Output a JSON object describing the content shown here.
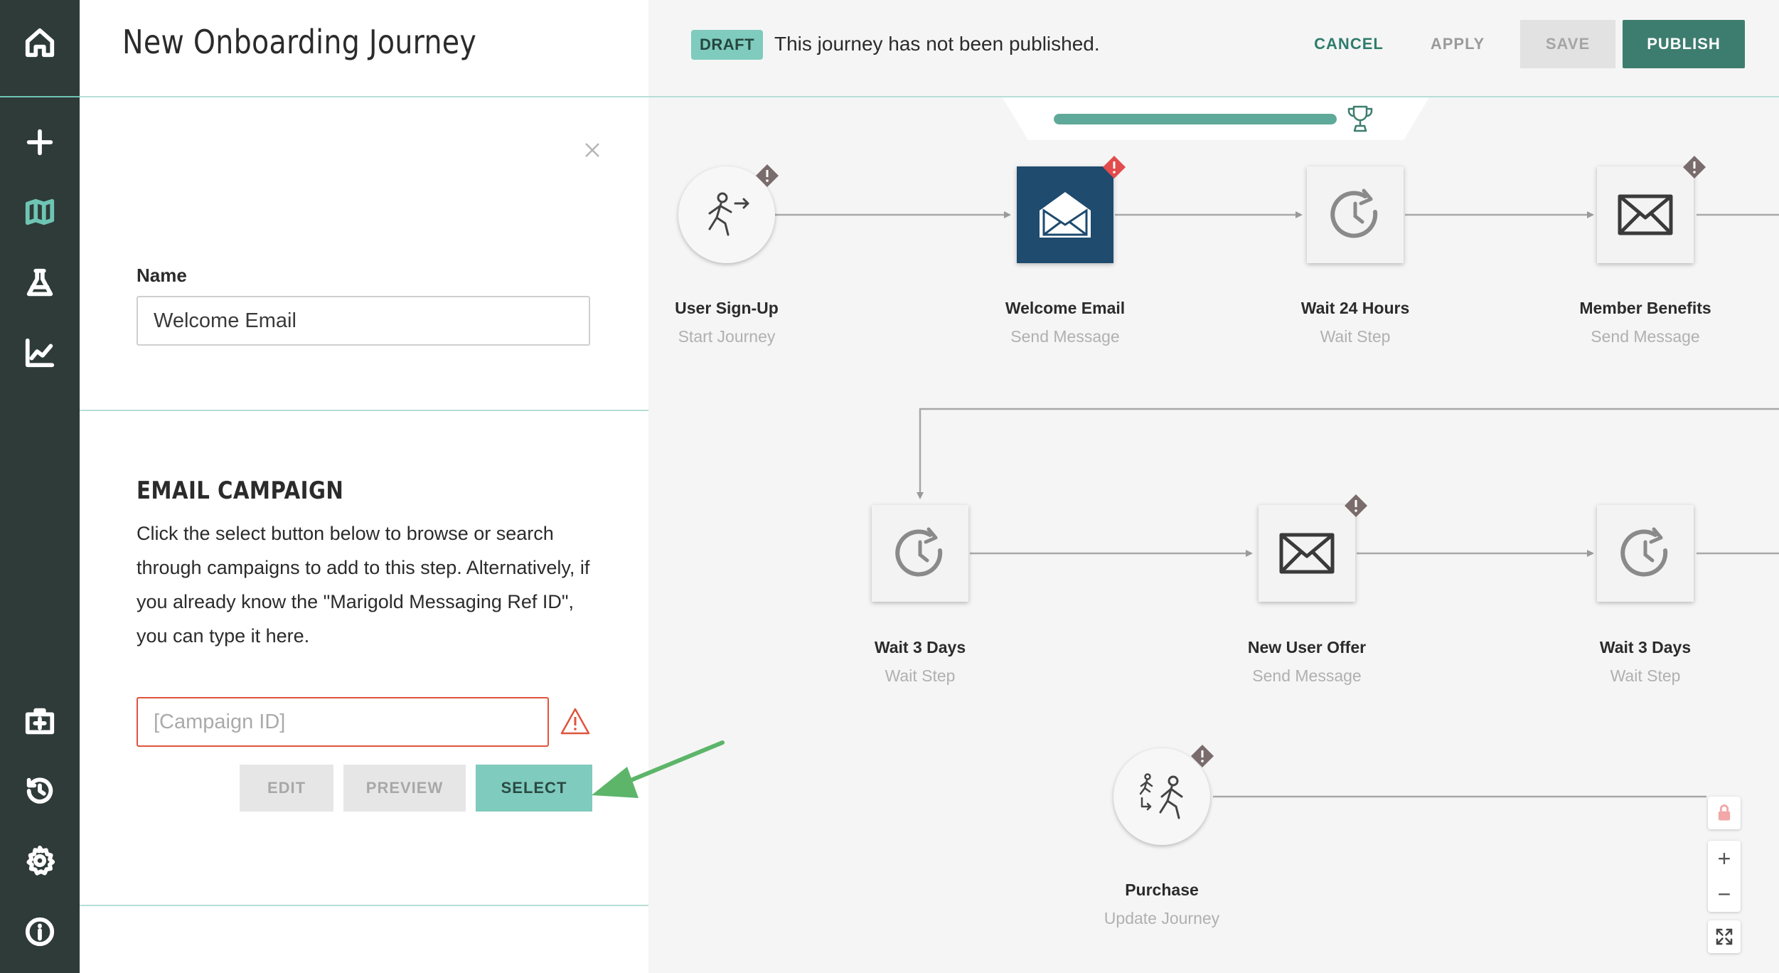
{
  "header": {
    "journey_title": "New Onboarding Journey",
    "status_badge": "DRAFT",
    "status_text": "This journey has not been published.",
    "cancel_label": "CANCEL",
    "apply_label": "APPLY",
    "save_label": "SAVE",
    "publish_label": "PUBLISH"
  },
  "progress": {
    "fraction": 1.0
  },
  "nav": {
    "items": [
      "home-icon",
      "plus-icon",
      "map-icon",
      "flask-icon",
      "chart-line-icon",
      "medkit-icon",
      "history-icon",
      "gear-icon",
      "info-icon"
    ],
    "active": "map-icon"
  },
  "panel": {
    "name_label": "Name",
    "name_value": "Welcome Email",
    "section_title": "EMAIL CAMPAIGN",
    "section_desc": "Click the select button below to browse or search through campaigns to add to this step. Alternatively, if you already know the \"Marigold Messaging Ref ID\", you can type it here.",
    "campaign_placeholder": "[Campaign ID]",
    "campaign_value": "",
    "edit_label": "EDIT",
    "preview_label": "PREVIEW",
    "select_label": "SELECT"
  },
  "nodes": [
    {
      "title": "User Sign-Up",
      "subtitle": "Start Journey",
      "icon": "person-enter-icon"
    },
    {
      "title": "Welcome Email",
      "subtitle": "Send Message",
      "icon": "envelope-open-icon"
    },
    {
      "title": "Wait 24 Hours",
      "subtitle": "Wait Step",
      "icon": "clock-icon"
    },
    {
      "title": "Member Benefits",
      "subtitle": "Send Message",
      "icon": "envelope-icon"
    },
    {
      "title": "Wait 3 Days",
      "subtitle": "Wait Step",
      "icon": "clock-icon"
    },
    {
      "title": "New User Offer",
      "subtitle": "Send Message",
      "icon": "envelope-icon"
    },
    {
      "title": "Wait 3 Days",
      "subtitle": "Wait Step",
      "icon": "clock-icon"
    },
    {
      "title": "Purchase",
      "subtitle": "Update Journey",
      "icon": "person-update-icon"
    }
  ],
  "colors": {
    "nav_bg": "#2e3b38",
    "accent": "#6ec5b4",
    "publish": "#3d7d6f",
    "error": "#e0533d",
    "node_active": "#1e4b6e"
  }
}
